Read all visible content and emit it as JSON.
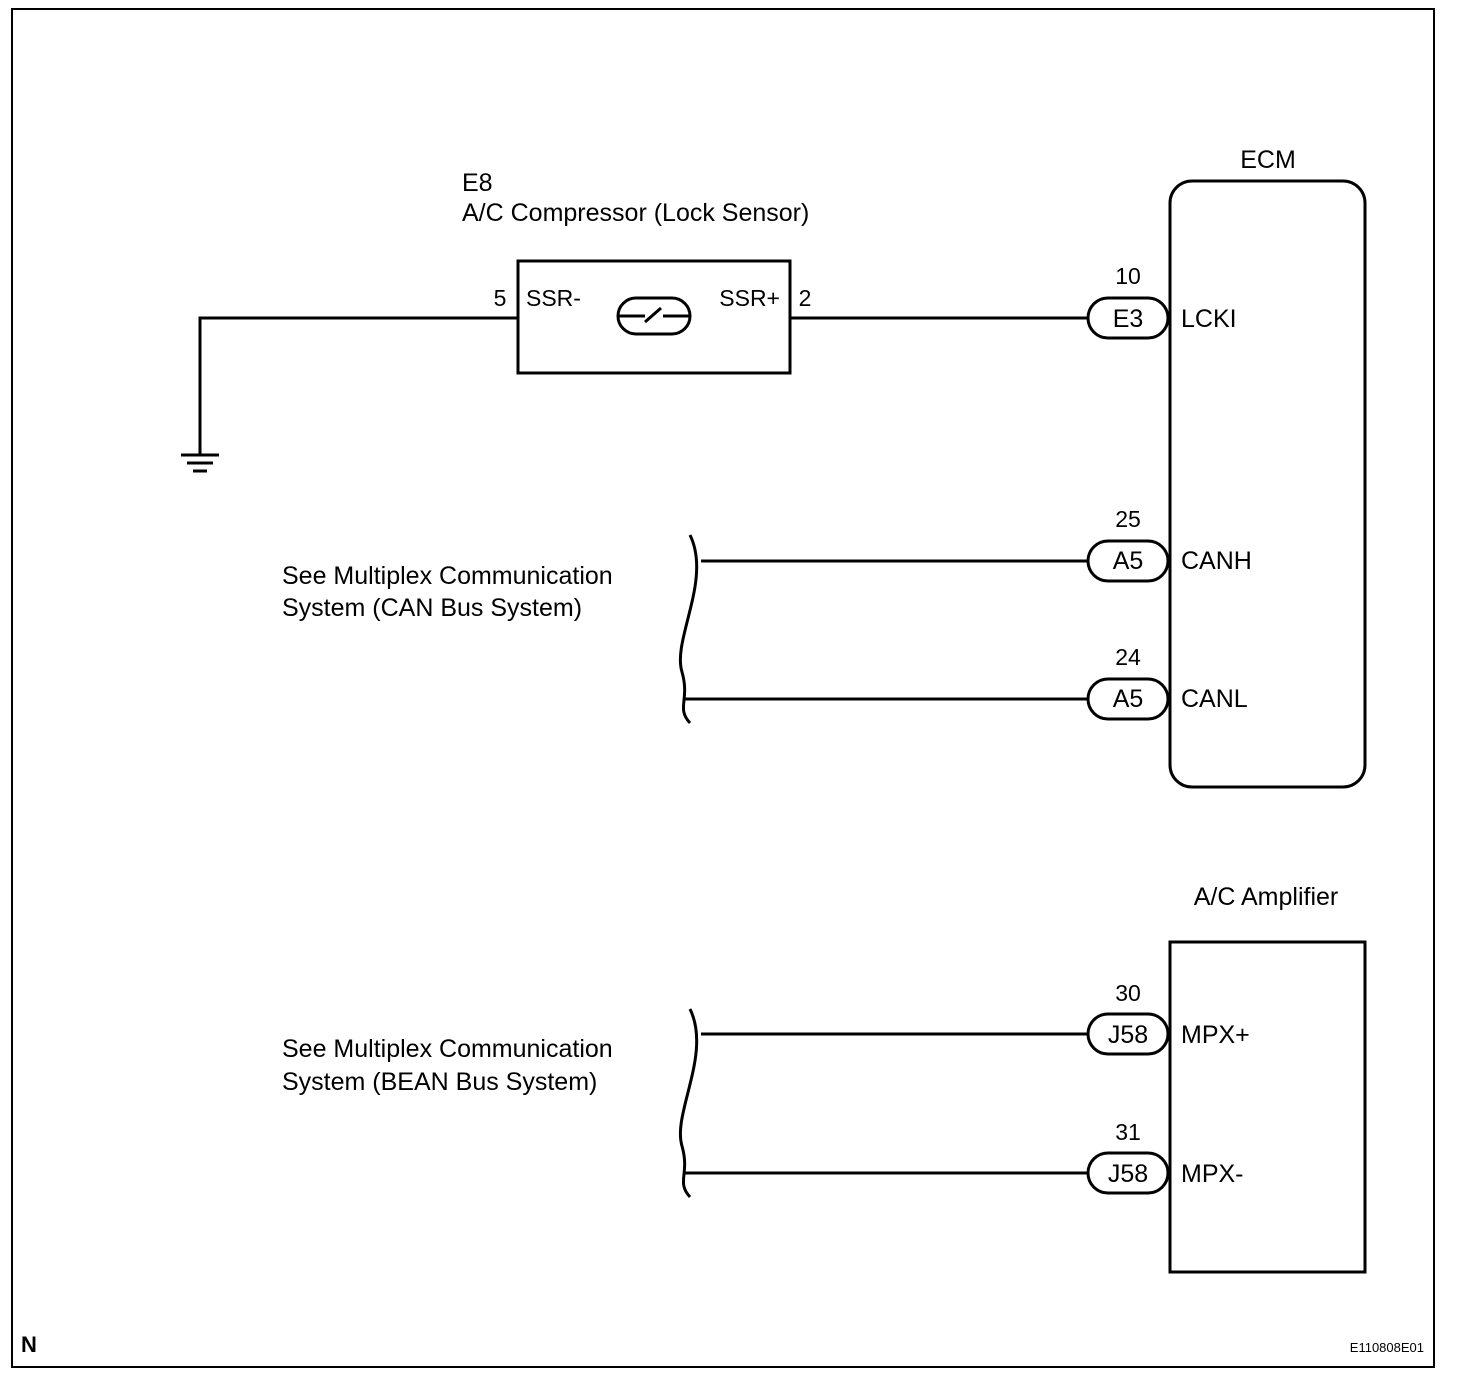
{
  "compressor": {
    "connector": "E8",
    "name": "A/C Compressor (Lock Sensor)",
    "pin_left": "5",
    "pin_left_label": "SSR-",
    "pin_right": "2",
    "pin_right_label": "SSR+"
  },
  "ecm": {
    "title": "ECM",
    "pins": [
      {
        "num": "10",
        "connector": "E3",
        "label": "LCKI"
      },
      {
        "num": "25",
        "connector": "A5",
        "label": "CANH"
      },
      {
        "num": "24",
        "connector": "A5",
        "label": "CANL"
      }
    ]
  },
  "amplifier": {
    "title": "A/C Amplifier",
    "pins": [
      {
        "num": "30",
        "connector": "J58",
        "label": "MPX+"
      },
      {
        "num": "31",
        "connector": "J58",
        "label": "MPX-"
      }
    ]
  },
  "references": {
    "can": {
      "line1": "See Multiplex Communication",
      "line2": "System (CAN Bus System)"
    },
    "bean": {
      "line1": "See Multiplex Communication",
      "line2": "System (BEAN Bus System)"
    }
  },
  "corner_mark": "N",
  "figure_id": "E110808E01"
}
